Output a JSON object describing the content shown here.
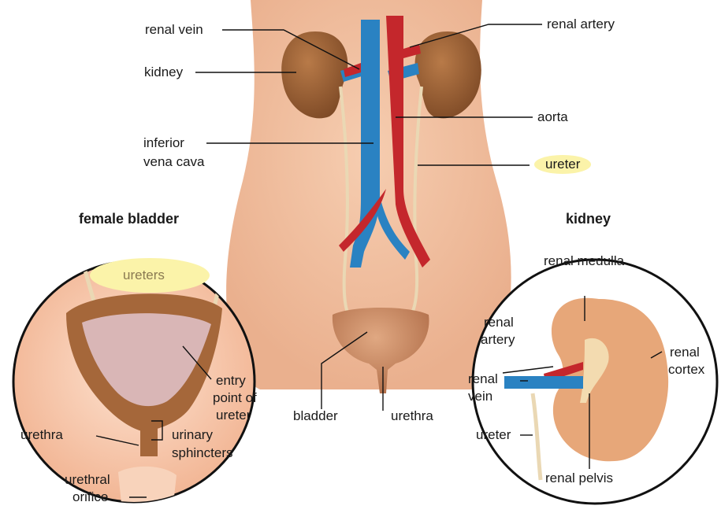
{
  "colors": {
    "body_skin": "#f4c3a3",
    "kidney": "#a5673a",
    "vein": "#2a82c2",
    "artery": "#c4272c",
    "ureter": "#ead8b4",
    "highlight": "#fbf3a9",
    "bladder": "#c98a66"
  },
  "labels": {
    "renal_vein": "renal vein",
    "renal_artery": "renal artery",
    "kidney": "kidney",
    "aorta": "aorta",
    "inferior": "inferior",
    "vena_cava": "vena cava",
    "ureter": "ureter",
    "bladder": "bladder",
    "urethra": "urethra"
  },
  "female_bladder": {
    "title": "female bladder",
    "ureters": "ureters",
    "entry": "entry",
    "point_of": "point of",
    "ureter": "ureter",
    "urethra": "urethra",
    "urinary": "urinary",
    "sphincters": "sphincters",
    "urethral": "urethral",
    "orifice": "orifice"
  },
  "kidney_detail": {
    "title": "kidney",
    "renal_medulla": "renal medulla",
    "renal_a": "renal",
    "artery": "artery",
    "renal_v": "renal",
    "vein": "vein",
    "renal_c": "renal",
    "cortex": "cortex",
    "ureter": "ureter",
    "renal_pelvis": "renal pelvis"
  }
}
